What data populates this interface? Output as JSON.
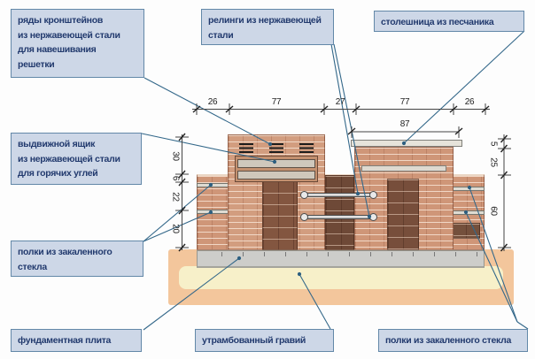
{
  "diagram_title": "brick barbecue construction section",
  "callouts": [
    {
      "id": "bracket-rows",
      "lines": [
        "ряды кронштейнов",
        "из нержавеющей стали",
        "для навешивания",
        "решетки"
      ]
    },
    {
      "id": "railings",
      "lines": [
        "релинги из нержавеющей",
        "стали"
      ]
    },
    {
      "id": "countertop",
      "lines": [
        "столешница из песчаника"
      ]
    },
    {
      "id": "drawer",
      "lines": [
        "выдвижной ящик",
        "из нержавеющей стали",
        "для горячих углей"
      ]
    },
    {
      "id": "shelves-left",
      "lines": [
        "полки из закаленного",
        "стекла"
      ]
    },
    {
      "id": "foundation",
      "lines": [
        "фундаментная плита"
      ]
    },
    {
      "id": "gravel",
      "lines": [
        "утрамбованный гравий"
      ]
    },
    {
      "id": "shelves-right",
      "lines": [
        "полки из закаленного стекла"
      ]
    }
  ],
  "dimensions": {
    "top": [
      "26",
      "77",
      "27",
      "77",
      "26"
    ],
    "countertop_width": "87",
    "left": [
      "30",
      "6",
      "22",
      "20"
    ],
    "right": [
      "5",
      "25",
      "60"
    ]
  },
  "colors": {
    "callout_fill": "#cdd7e7",
    "callout_border": "#6388a8",
    "callout_text": "#223a6e",
    "leader_line": "#34688a",
    "dimension_line": "#444444",
    "brick_light": "#cf9678",
    "brick_dark": "#6e4937",
    "stone_slab": "#e6e3da",
    "foundation": "#cdcdca",
    "gravel": "#f7f0c9",
    "soil": "#f3c69c"
  }
}
